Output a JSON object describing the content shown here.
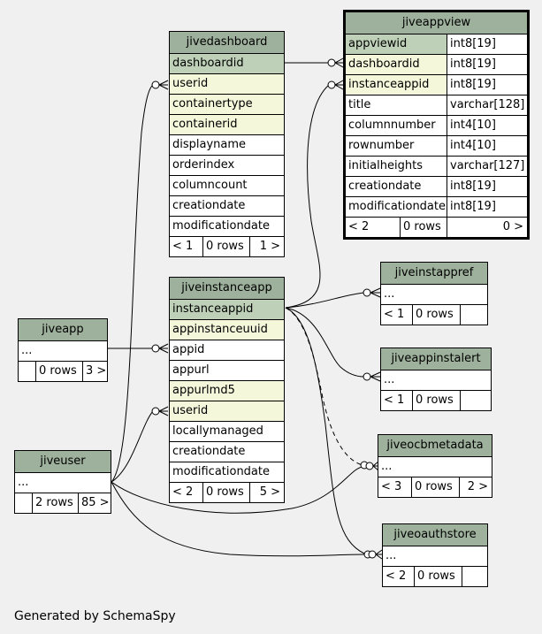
{
  "footer": "Generated by SchemaSpy",
  "tables": {
    "jiveappview": {
      "name": "jiveappview",
      "columns": [
        {
          "name": "appviewid",
          "type": "int8[19]"
        },
        {
          "name": "dashboardid",
          "type": "int8[19]"
        },
        {
          "name": "instanceappid",
          "type": "int8[19]"
        },
        {
          "name": "title",
          "type": "varchar[128]"
        },
        {
          "name": "columnnumber",
          "type": "int4[10]"
        },
        {
          "name": "rownumber",
          "type": "int4[10]"
        },
        {
          "name": "initialheights",
          "type": "varchar[127]"
        },
        {
          "name": "creationdate",
          "type": "int8[19]"
        },
        {
          "name": "modificationdate",
          "type": "int8[19]"
        }
      ],
      "footer": {
        "parents": "< 2",
        "rows": "0 rows",
        "children": "0 >"
      }
    },
    "jivedashboard": {
      "name": "jivedashboard",
      "columns": [
        "dashboardid",
        "userid",
        "containertype",
        "containerid",
        "displayname",
        "orderindex",
        "columncount",
        "creationdate",
        "modificationdate"
      ],
      "footer": {
        "parents": "< 1",
        "rows": "0 rows",
        "children": "1 >"
      }
    },
    "jiveinstanceapp": {
      "name": "jiveinstanceapp",
      "columns": [
        "instanceappid",
        "appinstanceuuid",
        "appid",
        "appurl",
        "appurlmd5",
        "userid",
        "locallymanaged",
        "creationdate",
        "modificationdate"
      ],
      "footer": {
        "parents": "< 2",
        "rows": "0 rows",
        "children": "5 >"
      }
    },
    "jiveapp": {
      "name": "jiveapp",
      "ellipsis": "...",
      "footer": {
        "parents": "",
        "rows": "0 rows",
        "children": "3 >"
      }
    },
    "jiveuser": {
      "name": "jiveuser",
      "ellipsis": "...",
      "footer": {
        "parents": "",
        "rows": "2 rows",
        "children": "85 >"
      }
    },
    "jiveinstappref": {
      "name": "jiveinstappref",
      "ellipsis": "...",
      "footer": {
        "parents": "< 1",
        "rows": "0 rows",
        "children": ""
      }
    },
    "jiveappinstalert": {
      "name": "jiveappinstalert",
      "ellipsis": "...",
      "footer": {
        "parents": "< 1",
        "rows": "0 rows",
        "children": ""
      }
    },
    "jiveocbmetadata": {
      "name": "jiveocbmetadata",
      "ellipsis": "...",
      "footer": {
        "parents": "< 3",
        "rows": "0 rows",
        "children": "2 >"
      }
    },
    "jiveoauthstore": {
      "name": "jiveoauthstore",
      "ellipsis": "...",
      "footer": {
        "parents": "< 2",
        "rows": "0 rows",
        "children": ""
      }
    }
  },
  "colors": {
    "header": "#9eb19c",
    "primary_key": "#bed1b8",
    "foreign_key": "#f4f7da",
    "background": "#f0f0f0"
  }
}
